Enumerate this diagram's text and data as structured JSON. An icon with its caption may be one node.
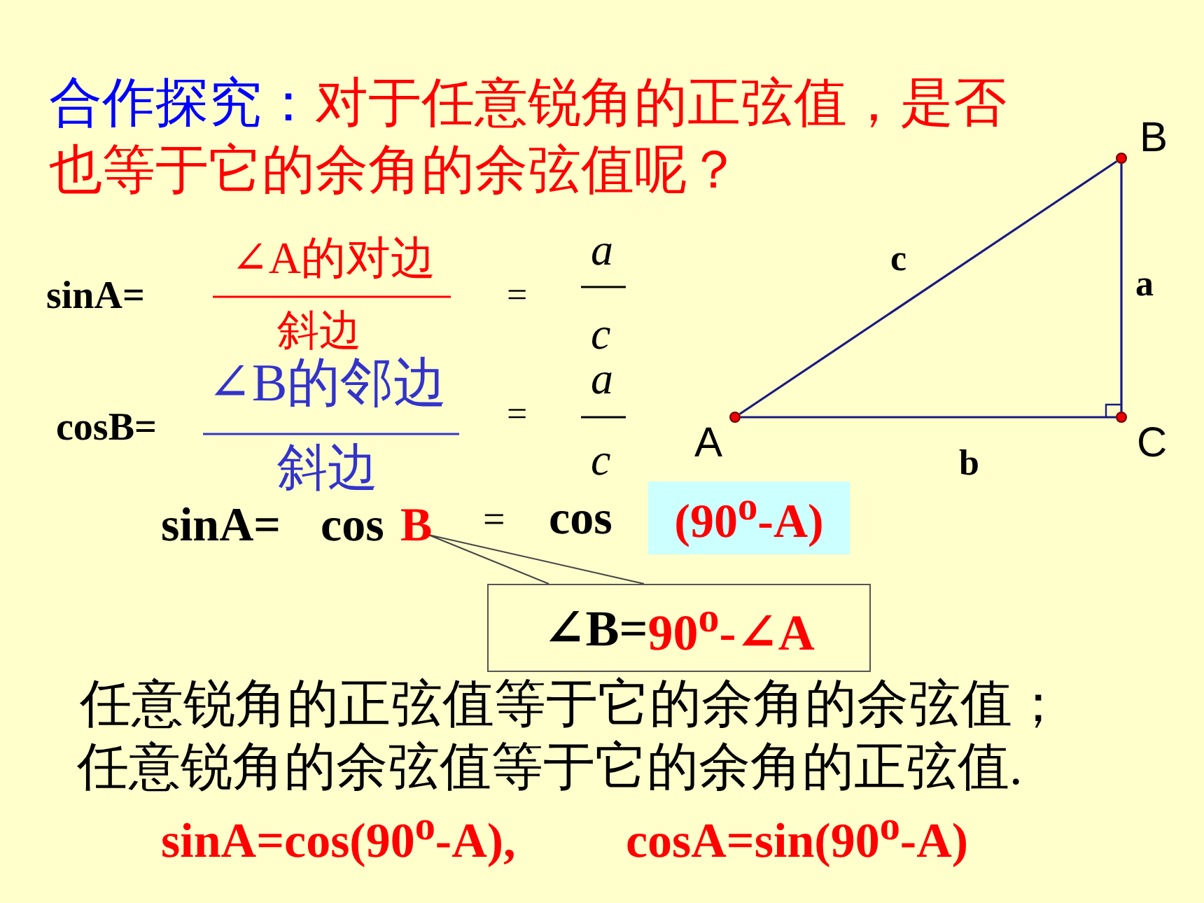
{
  "diagram": {
    "nodes": [
      {
        "text": [],
        "shape": "circle",
        "beside": [
          "A"
        ]
      },
      {
        "text": [],
        "shape": "circle",
        "beside": [
          "B"
        ]
      },
      {
        "text": [],
        "shape": "circle",
        "beside": [
          "C"
        ]
      },
      {
        "text": [
          "∠B=",
          "90$^{o}$-∠A"
        ]
      },
      {
        "text": [
          "B"
        ]
      },
      {
        "text": [
          "(90$^{o}$-A)"
        ]
      }
    ],
    "edges": [
      {
        "from": 0,
        "to": 1,
        "arrow": "none",
        "label": "c"
      },
      {
        "from": 1,
        "to": 2,
        "arrow": "none",
        "label": "a"
      },
      {
        "from": 0,
        "to": 2,
        "arrow": "none",
        "label": "b"
      },
      {
        "from": 3,
        "to": 4,
        "arrow": "none"
      }
    ],
    "labels": [
      "合作探究：",
      "对于任意锐角的正弦值，是否也等于它的余角的余弦值呢？",
      "sinA=",
      "∠A的对边",
      "斜边",
      "=",
      "a",
      "c",
      "cosB=",
      "∠B的邻边",
      "斜边",
      "=",
      "a",
      "c",
      "sinA=",
      "cos",
      "=",
      "cos",
      "任意锐角的正弦值等于它的余角的余弦值；",
      "任意锐角的余弦值等于它的余角的正弦值.",
      "sinA=cos(90$^{o}$-A),",
      "cosA=sin(90$^{o}$-A)"
    ]
  }
}
